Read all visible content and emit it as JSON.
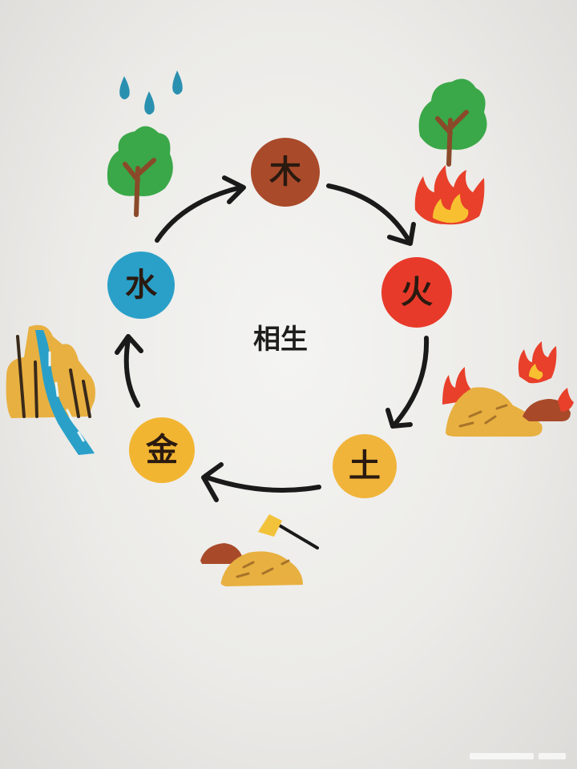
{
  "title": "相生",
  "elements": {
    "wood": "木",
    "fire": "火",
    "earth": "土",
    "metal": "金",
    "water": "水"
  },
  "colors": {
    "wood": "#a94a2a",
    "fire": "#e83a2a",
    "earth": "#f0b43a",
    "metal": "#f2b532",
    "water": "#2aa0c8",
    "tree_green": "#3aa848",
    "trunk": "#8a4a2a",
    "flame_red": "#e8402a",
    "flame_yellow": "#f8c030",
    "rock": "#e8b040",
    "rain": "#2a90b0",
    "arrow": "#1a1a1a"
  }
}
